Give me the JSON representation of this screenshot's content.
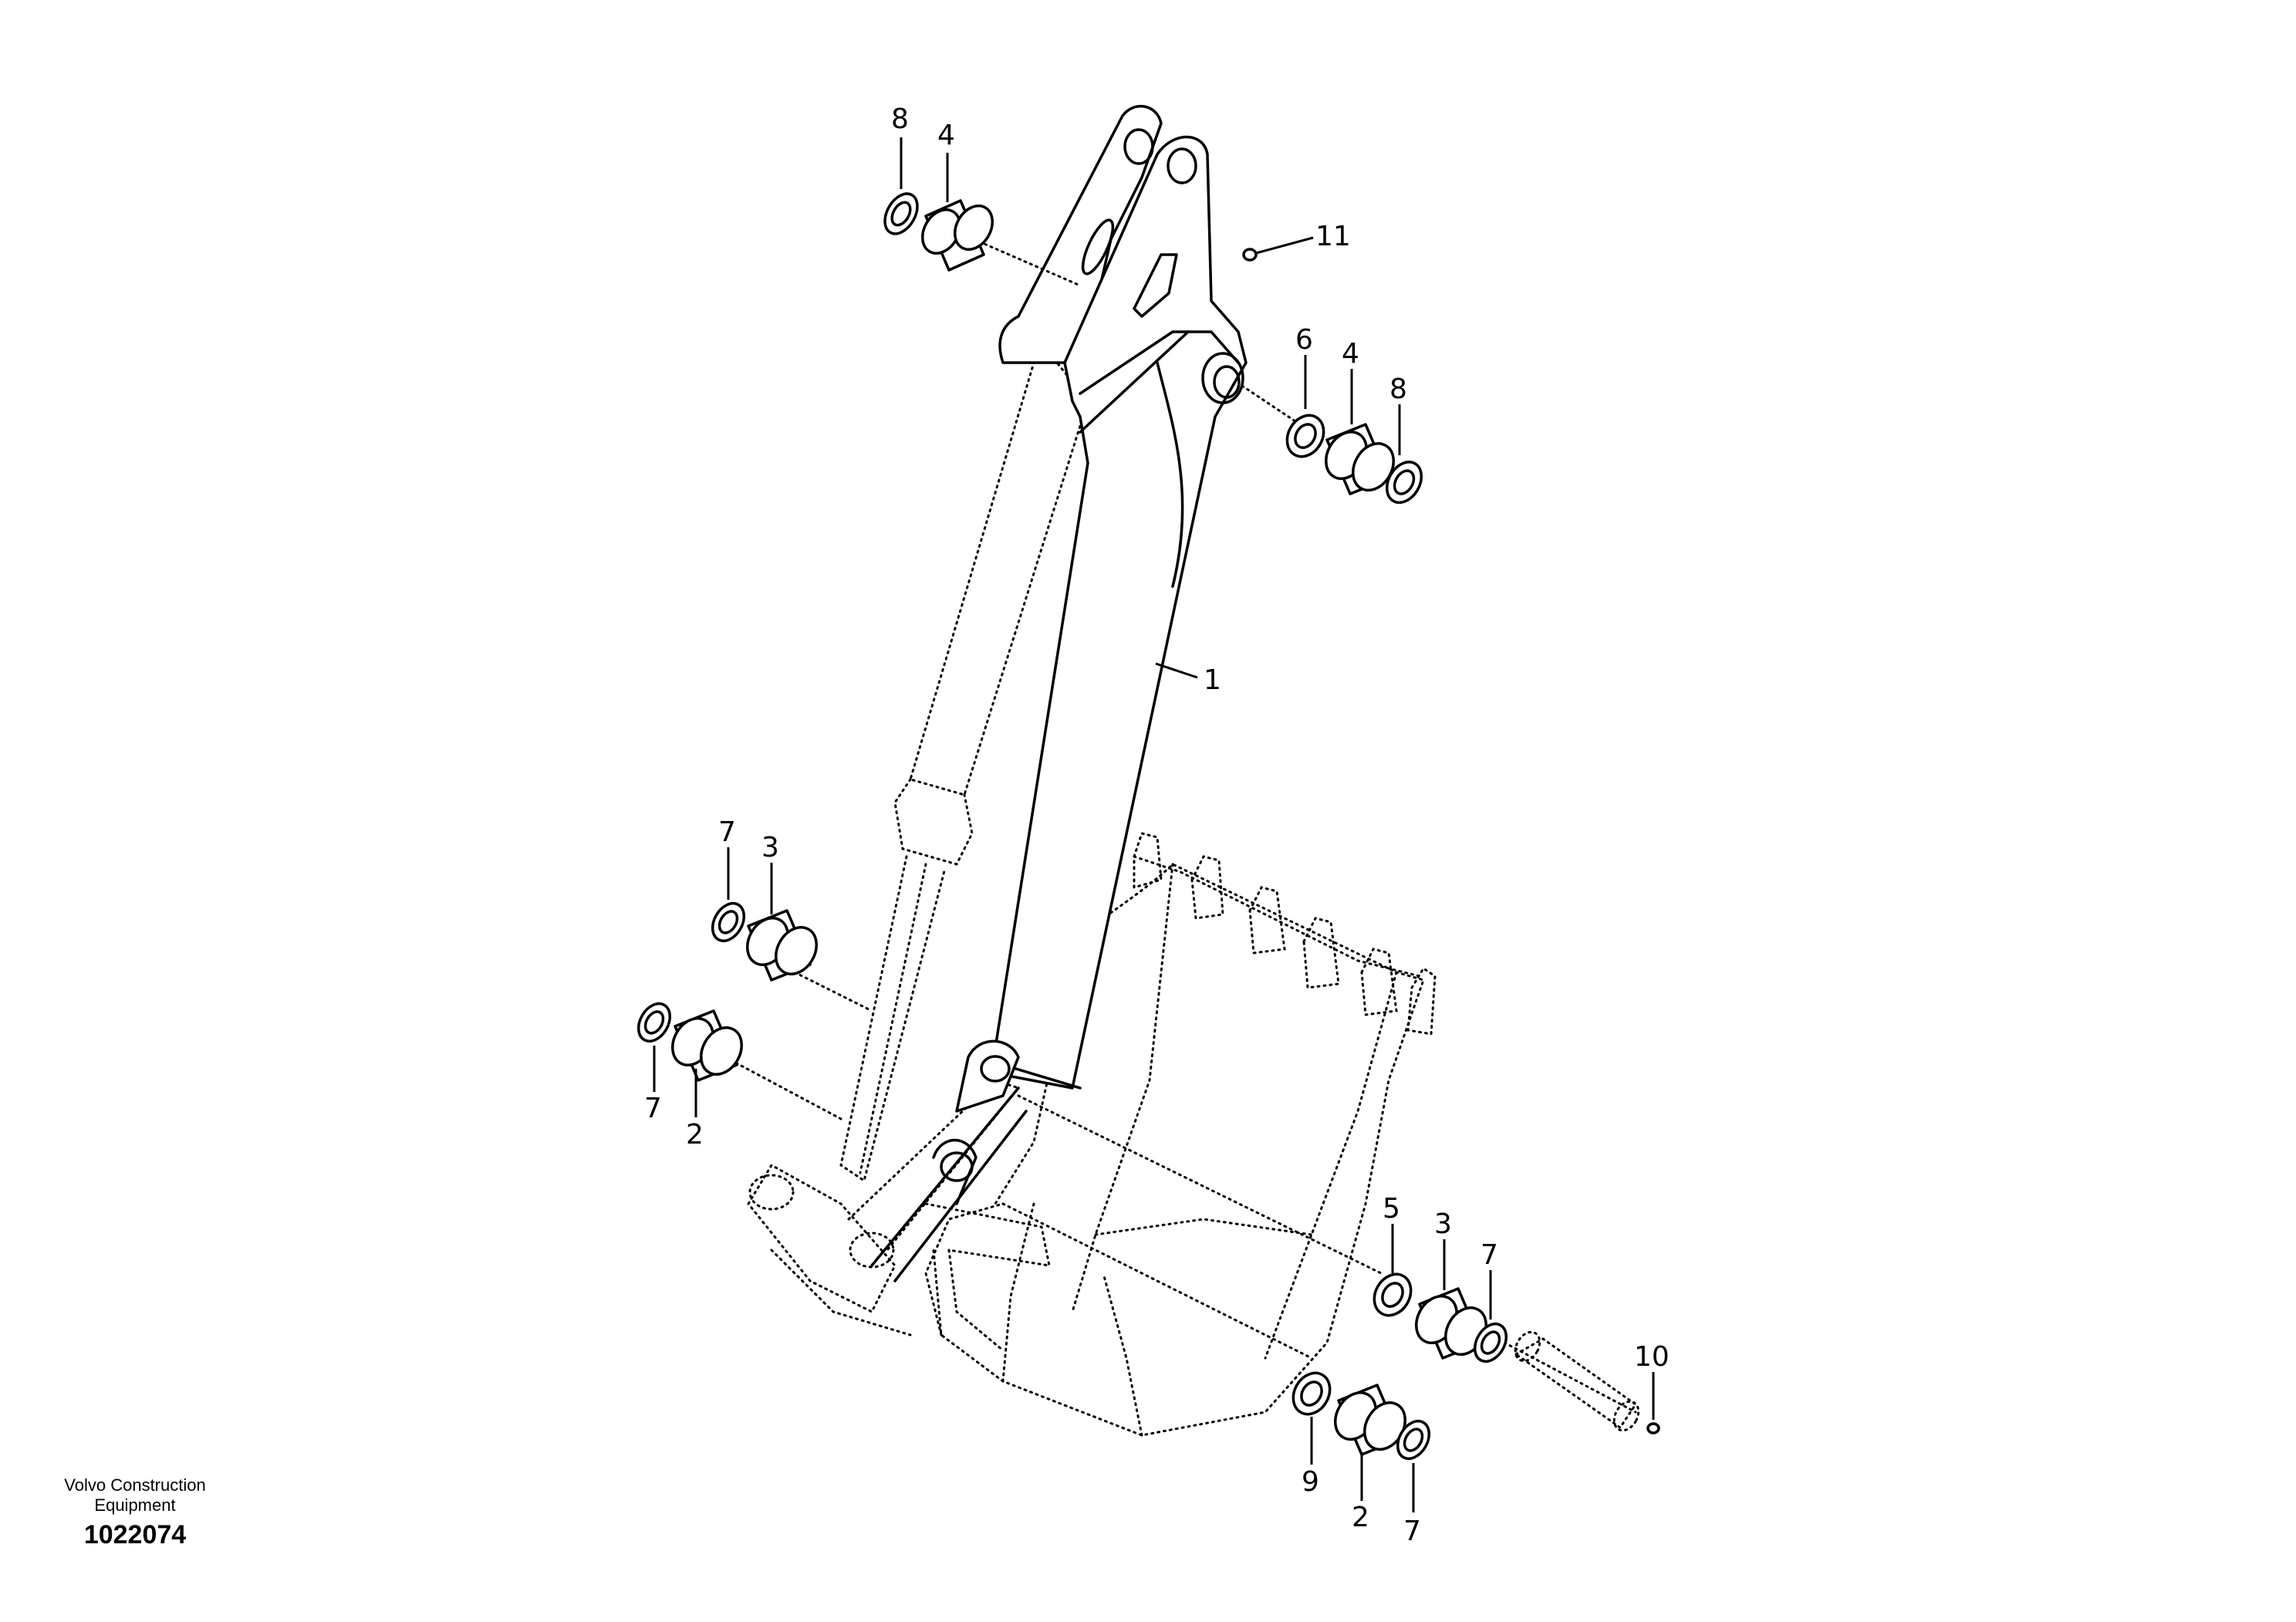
{
  "drawing": {
    "company_line1": "Volvo Construction",
    "company_line2": "Equipment",
    "drawing_number": "1022074"
  },
  "callouts": {
    "c1": "1",
    "c2a": "2",
    "c2b": "2",
    "c3a": "3",
    "c3b": "3",
    "c4a": "4",
    "c4b": "4",
    "c5": "5",
    "c6": "6",
    "c7a": "7",
    "c7b": "7",
    "c7c": "7",
    "c7d": "7",
    "c8a": "8",
    "c8b": "8",
    "c9": "9",
    "c10": "10",
    "c11": "11"
  }
}
